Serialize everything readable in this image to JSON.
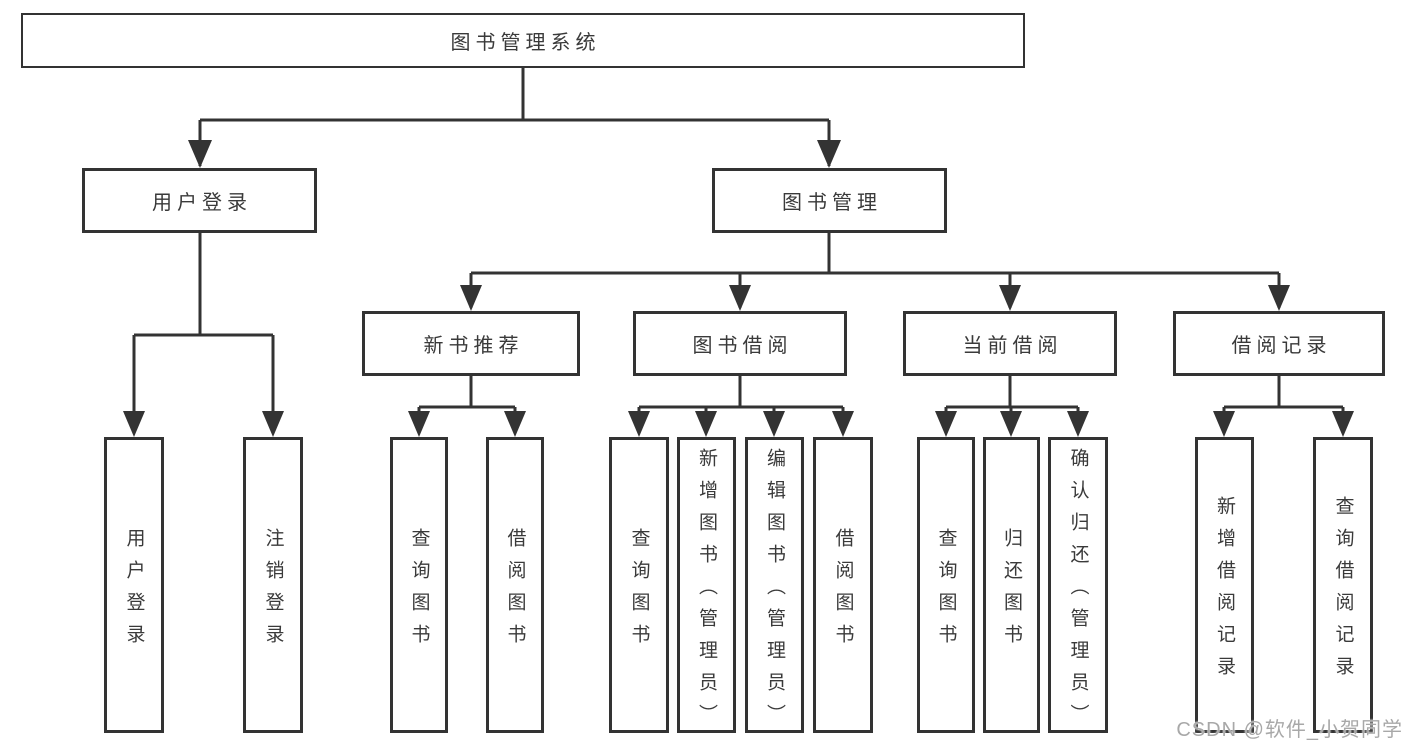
{
  "diagram": {
    "root": {
      "label": "图书管理系统"
    },
    "branches": [
      {
        "label": "用户登录",
        "children": [
          {
            "label": "用户登录"
          },
          {
            "label": "注销登录"
          }
        ]
      },
      {
        "label": "图书管理",
        "children": [
          {
            "label": "新书推荐",
            "children": [
              {
                "label": "查询图书"
              },
              {
                "label": "借阅图书"
              }
            ]
          },
          {
            "label": "图书借阅",
            "children": [
              {
                "label": "查询图书"
              },
              {
                "label": "新增图书（管理员）"
              },
              {
                "label": "编辑图书（管理员）"
              },
              {
                "label": "借阅图书"
              }
            ]
          },
          {
            "label": "当前借阅",
            "children": [
              {
                "label": "查询图书"
              },
              {
                "label": "归还图书"
              },
              {
                "label": "确认归还（管理员）"
              }
            ]
          },
          {
            "label": "借阅记录",
            "children": [
              {
                "label": "新增借阅记录"
              },
              {
                "label": "查询借阅记录"
              }
            ]
          }
        ]
      }
    ]
  },
  "watermark": {
    "text": "CSDN @软件_小贺同学"
  },
  "colors": {
    "line": "#333333",
    "border": "#333333",
    "text": "#3a3a3a",
    "watermark": "#a8a8a8",
    "background": "#ffffff"
  }
}
